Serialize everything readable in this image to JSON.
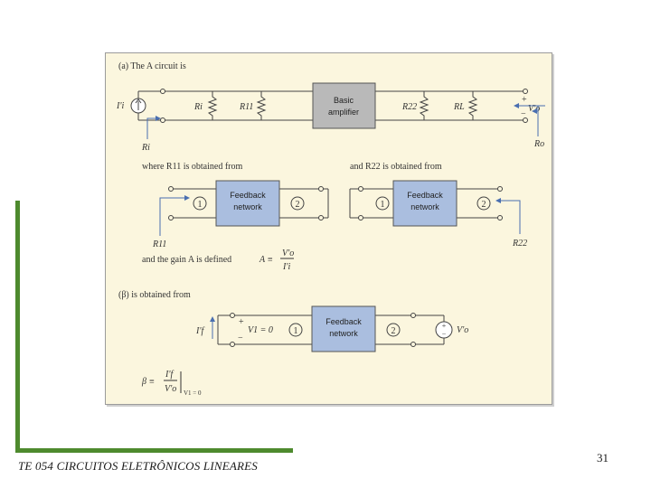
{
  "diagram": {
    "part_a_heading": "(a) The A circuit is",
    "source_label": "I'i",
    "ri_label": "Ri",
    "r11_label": "R11",
    "r22_label": "R22",
    "rl_label": "RL",
    "vo_label": "V'o",
    "rin_label": "Ri",
    "rout_label": "Ro",
    "plus": "+",
    "minus": "−",
    "amp_line1": "Basic",
    "amp_line2": "amplifier",
    "where_r11": "where R11 is obtained from",
    "and_r22": "and R22 is obtained from",
    "fb_line1": "Feedback",
    "fb_line2": "network",
    "port1": "1",
    "port2": "2",
    "gain_text": "and the gain A is defined",
    "gain_eq_lhs": "A ≡",
    "gain_num": "V'o",
    "gain_den": "I'i",
    "part_b_heading": "(β) is obtained from",
    "if_label": "I'f",
    "v1_label": "V1 = 0",
    "vo_src_label": "V'o",
    "beta_lhs": "β ≡",
    "beta_num": "I'f",
    "beta_den": "V'o",
    "beta_cond": "V1 = 0"
  },
  "footer": {
    "course_title": "TE 054 CIRCUITOS ELETRÔNICOS LINEARES",
    "page_number": "31"
  },
  "colors": {
    "accent_green": "#4e8a2e",
    "panel_bg": "#fbf6de",
    "block_gray": "#b9b9b9",
    "fb_block_blue": "#aabedf",
    "arrow_blue": "#4a6fb0"
  }
}
